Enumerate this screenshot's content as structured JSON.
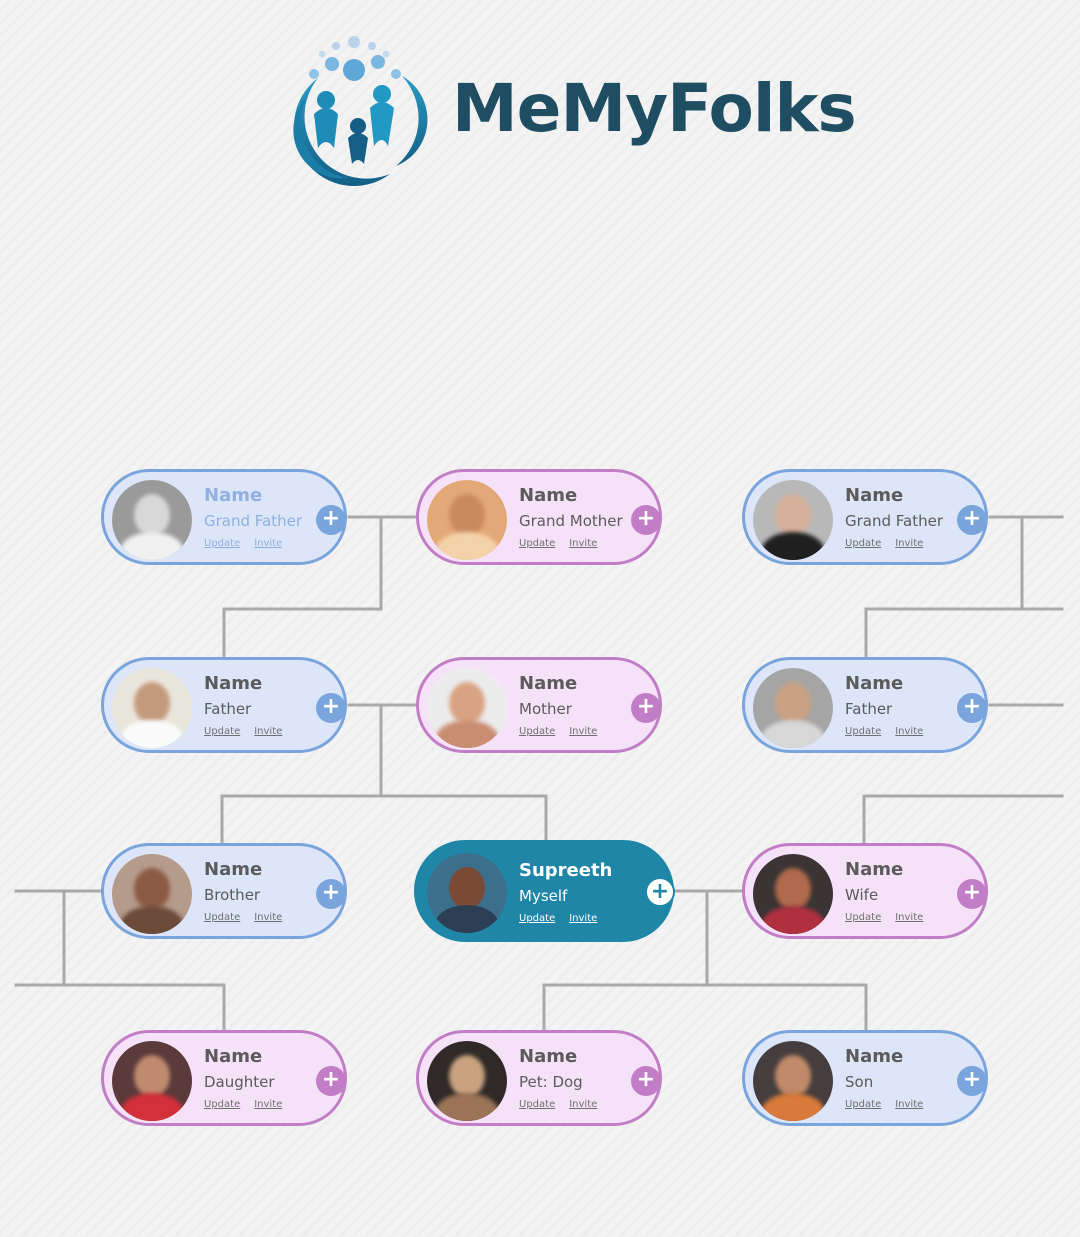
{
  "brand": {
    "name": "MeMyFolks"
  },
  "colors": {
    "male_card_bg": "#dce6f8",
    "male_card_border": "#7aa4dc",
    "female_card_bg": "#f6e2f8",
    "female_card_border": "#c17ec6",
    "self_card_bg": "#1f86a7",
    "brand_text": "#1f4e63",
    "connector": "#a9a9a9"
  },
  "cards": {
    "grandfather_paternal": {
      "name": "Name",
      "role": "Grand Father",
      "update": "Update",
      "invite": "Invite",
      "plus": "+",
      "icon": "avatar-photo"
    },
    "grandmother": {
      "name": "Name",
      "role": "Grand Mother",
      "update": "Update",
      "invite": "Invite",
      "plus": "+",
      "icon": "avatar-photo"
    },
    "grandfather_maternal": {
      "name": "Name",
      "role": "Grand Father",
      "update": "Update",
      "invite": "Invite",
      "plus": "+",
      "icon": "avatar-photo"
    },
    "father": {
      "name": "Name",
      "role": "Father",
      "update": "Update",
      "invite": "Invite",
      "plus": "+",
      "icon": "avatar-photo"
    },
    "mother": {
      "name": "Name",
      "role": "Mother",
      "update": "Update",
      "invite": "Invite",
      "plus": "+",
      "icon": "avatar-photo"
    },
    "father_in_law": {
      "name": "Name",
      "role": "Father",
      "update": "Update",
      "invite": "Invite",
      "plus": "+",
      "icon": "avatar-photo"
    },
    "brother": {
      "name": "Name",
      "role": "Brother",
      "update": "Update",
      "invite": "Invite",
      "plus": "+",
      "icon": "avatar-photo"
    },
    "myself": {
      "name": "Supreeth",
      "role": "Myself",
      "update": "Update",
      "invite": "Invite",
      "plus": "+",
      "icon": "avatar-photo"
    },
    "wife": {
      "name": "Name",
      "role": "Wife",
      "update": "Update",
      "invite": "Invite",
      "plus": "+",
      "icon": "avatar-photo"
    },
    "daughter": {
      "name": "Name",
      "role": "Daughter",
      "update": "Update",
      "invite": "Invite",
      "plus": "+",
      "icon": "avatar-photo"
    },
    "pet": {
      "name": "Name",
      "role": "Pet: Dog",
      "update": "Update",
      "invite": "Invite",
      "plus": "+",
      "icon": "avatar-photo"
    },
    "son": {
      "name": "Name",
      "role": "Son",
      "update": "Update",
      "invite": "Invite",
      "plus": "+",
      "icon": "avatar-photo"
    }
  }
}
